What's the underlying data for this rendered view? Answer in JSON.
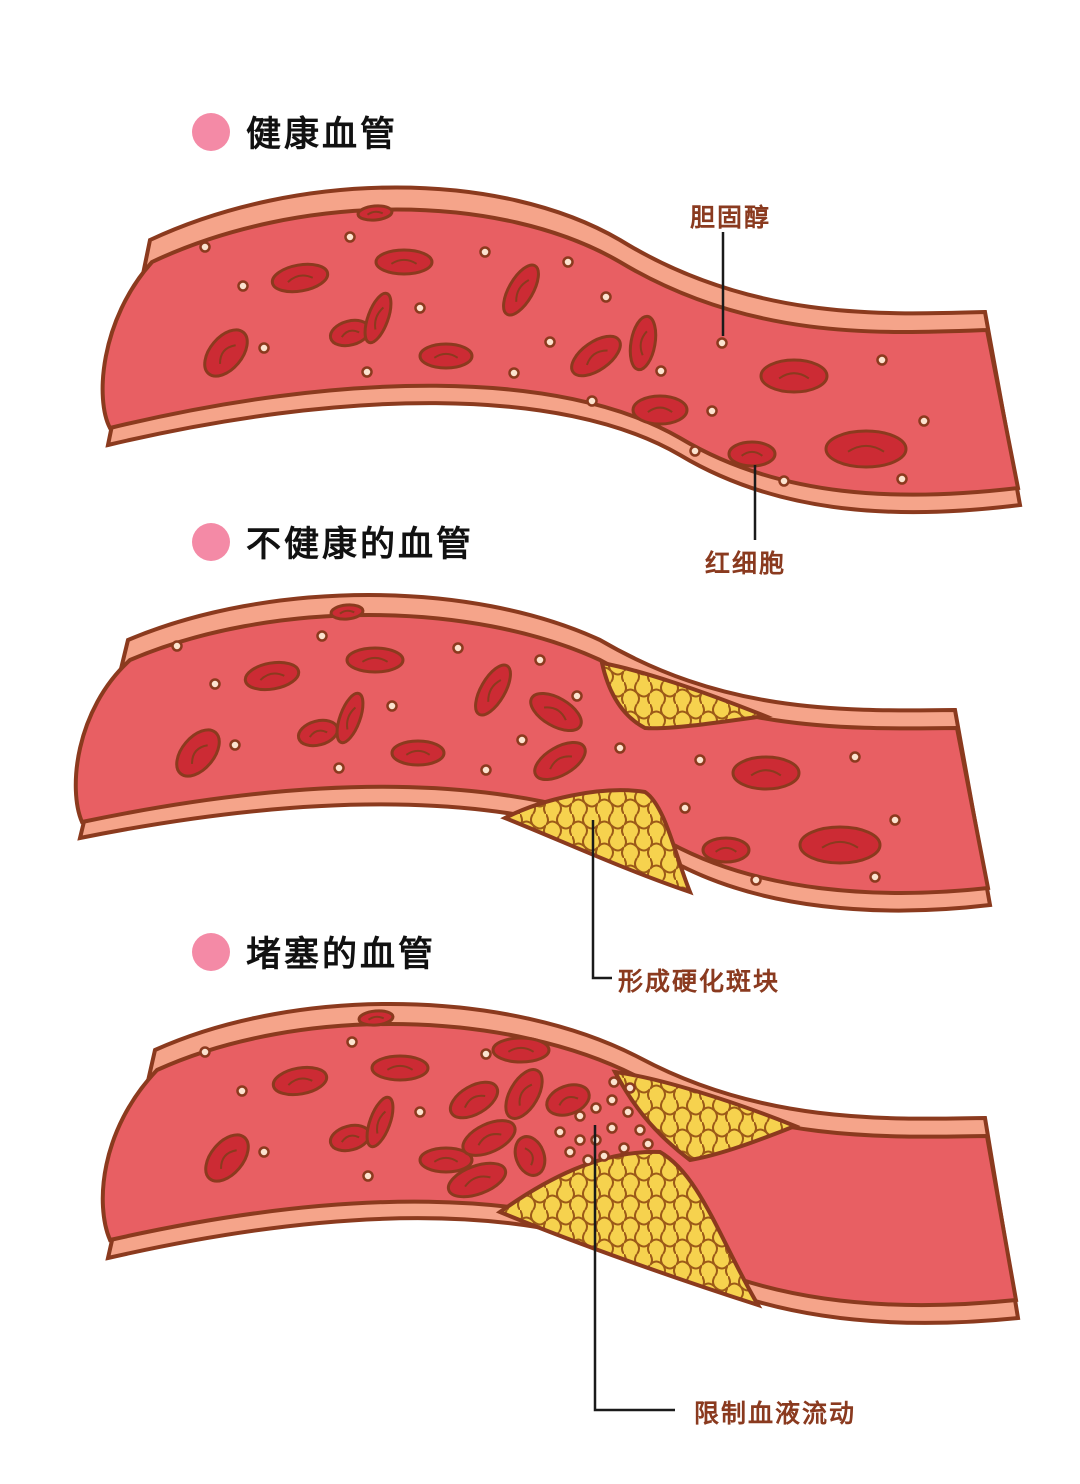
{
  "sections": [
    {
      "title": "健康血管"
    },
    {
      "title": "不健康的血管"
    },
    {
      "title": "堵塞的血管"
    }
  ],
  "labels": {
    "cholesterol": "胆固醇",
    "red_blood_cell": "红细胞",
    "plaque": "形成硬化斑块",
    "restrict_flow": "限制血液流动"
  },
  "colors": {
    "blood": "#e85f63",
    "wall": "#f5a48a",
    "outline": "#8b3a1e",
    "cell": "#cc2b34",
    "plaque": "#f6d24e",
    "dot": "#f48aa6"
  }
}
